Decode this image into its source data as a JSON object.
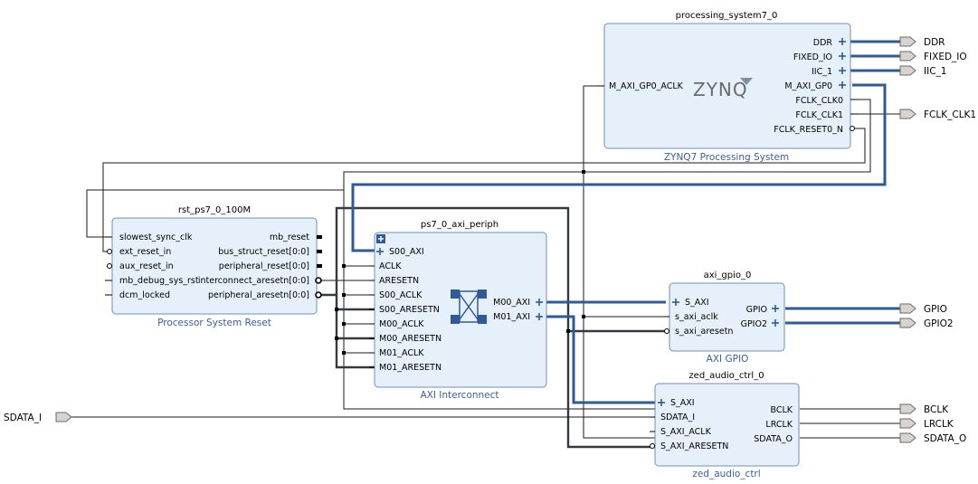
{
  "blocks": {
    "ps7": {
      "instance": "processing_system7_0",
      "type": "ZYNQ7 Processing System",
      "logo": "ZYNQ",
      "left_pins": [
        "M_AXI_GP0_ACLK"
      ],
      "right_pins": [
        "DDR",
        "FIXED_IO",
        "IIC_1",
        "M_AXI_GP0",
        "FCLK_CLK0",
        "FCLK_CLK1",
        "FCLK_RESET0_N"
      ]
    },
    "rst": {
      "instance": "rst_ps7_0_100M",
      "type": "Processor System Reset",
      "left_pins": [
        "slowest_sync_clk",
        "ext_reset_in",
        "aux_reset_in",
        "mb_debug_sys_rst",
        "dcm_locked"
      ],
      "right_pins": [
        "mb_reset",
        "bus_struct_reset[0:0]",
        "peripheral_reset[0:0]",
        "interconnect_aresetn[0:0]",
        "peripheral_aresetn[0:0]"
      ]
    },
    "axi": {
      "instance": "ps7_0_axi_periph",
      "type": "AXI Interconnect",
      "left_pins": [
        "S00_AXI",
        "ACLK",
        "ARESETN",
        "S00_ACLK",
        "S00_ARESETN",
        "M00_ACLK",
        "M00_ARESETN",
        "M01_ACLK",
        "M01_ARESETN"
      ],
      "right_pins": [
        "M00_AXI",
        "M01_AXI"
      ]
    },
    "gpio": {
      "instance": "axi_gpio_0",
      "type": "AXI GPIO",
      "left_pins": [
        "S_AXI",
        "s_axi_aclk",
        "s_axi_aresetn"
      ],
      "right_pins": [
        "GPIO",
        "GPIO2"
      ]
    },
    "audio": {
      "instance": "zed_audio_ctrl_0",
      "type": "zed_audio_ctrl",
      "left_pins": [
        "S_AXI",
        "SDATA_I",
        "S_AXI_ACLK",
        "S_AXI_ARESETN"
      ],
      "right_pins": [
        "BCLK",
        "LRCLK",
        "SDATA_O"
      ]
    }
  },
  "ports": {
    "ddr": "DDR",
    "fixed_io": "FIXED_IO",
    "iic_1": "IIC_1",
    "fclk_clk1": "FCLK_CLK1",
    "gpio": "GPIO",
    "gpio2": "GPIO2",
    "bclk": "BCLK",
    "lrclk": "LRCLK",
    "sdata_o": "SDATA_O",
    "sdata_i": "SDATA_I"
  }
}
